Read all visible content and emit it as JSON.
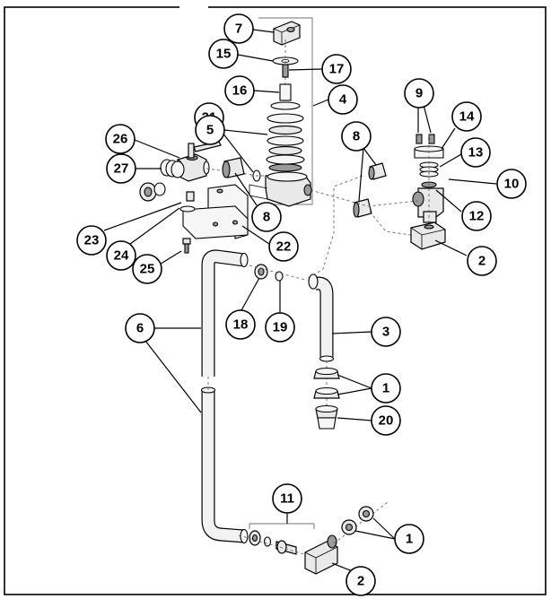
{
  "diagram": {
    "callouts": [
      {
        "id": "c7",
        "label": "7"
      },
      {
        "id": "c15",
        "label": "15"
      },
      {
        "id": "c17",
        "label": "17"
      },
      {
        "id": "c16",
        "label": "16"
      },
      {
        "id": "c4",
        "label": "4"
      },
      {
        "id": "c21",
        "label": "21"
      },
      {
        "id": "c5",
        "label": "5"
      },
      {
        "id": "c26",
        "label": "26"
      },
      {
        "id": "c27",
        "label": "27"
      },
      {
        "id": "c8a",
        "label": "8"
      },
      {
        "id": "c8b",
        "label": "8"
      },
      {
        "id": "c9",
        "label": "9"
      },
      {
        "id": "c14",
        "label": "14"
      },
      {
        "id": "c13",
        "label": "13"
      },
      {
        "id": "c10",
        "label": "10"
      },
      {
        "id": "c12",
        "label": "12"
      },
      {
        "id": "c23",
        "label": "23"
      },
      {
        "id": "c24",
        "label": "24"
      },
      {
        "id": "c22",
        "label": "22"
      },
      {
        "id": "c25",
        "label": "25"
      },
      {
        "id": "c2a",
        "label": "2"
      },
      {
        "id": "c6",
        "label": "6"
      },
      {
        "id": "c18",
        "label": "18"
      },
      {
        "id": "c19",
        "label": "19"
      },
      {
        "id": "c3",
        "label": "3"
      },
      {
        "id": "c1a",
        "label": "1"
      },
      {
        "id": "c20",
        "label": "20"
      },
      {
        "id": "c11",
        "label": "11"
      },
      {
        "id": "c1b",
        "label": "1"
      },
      {
        "id": "c2b",
        "label": "2"
      }
    ]
  }
}
